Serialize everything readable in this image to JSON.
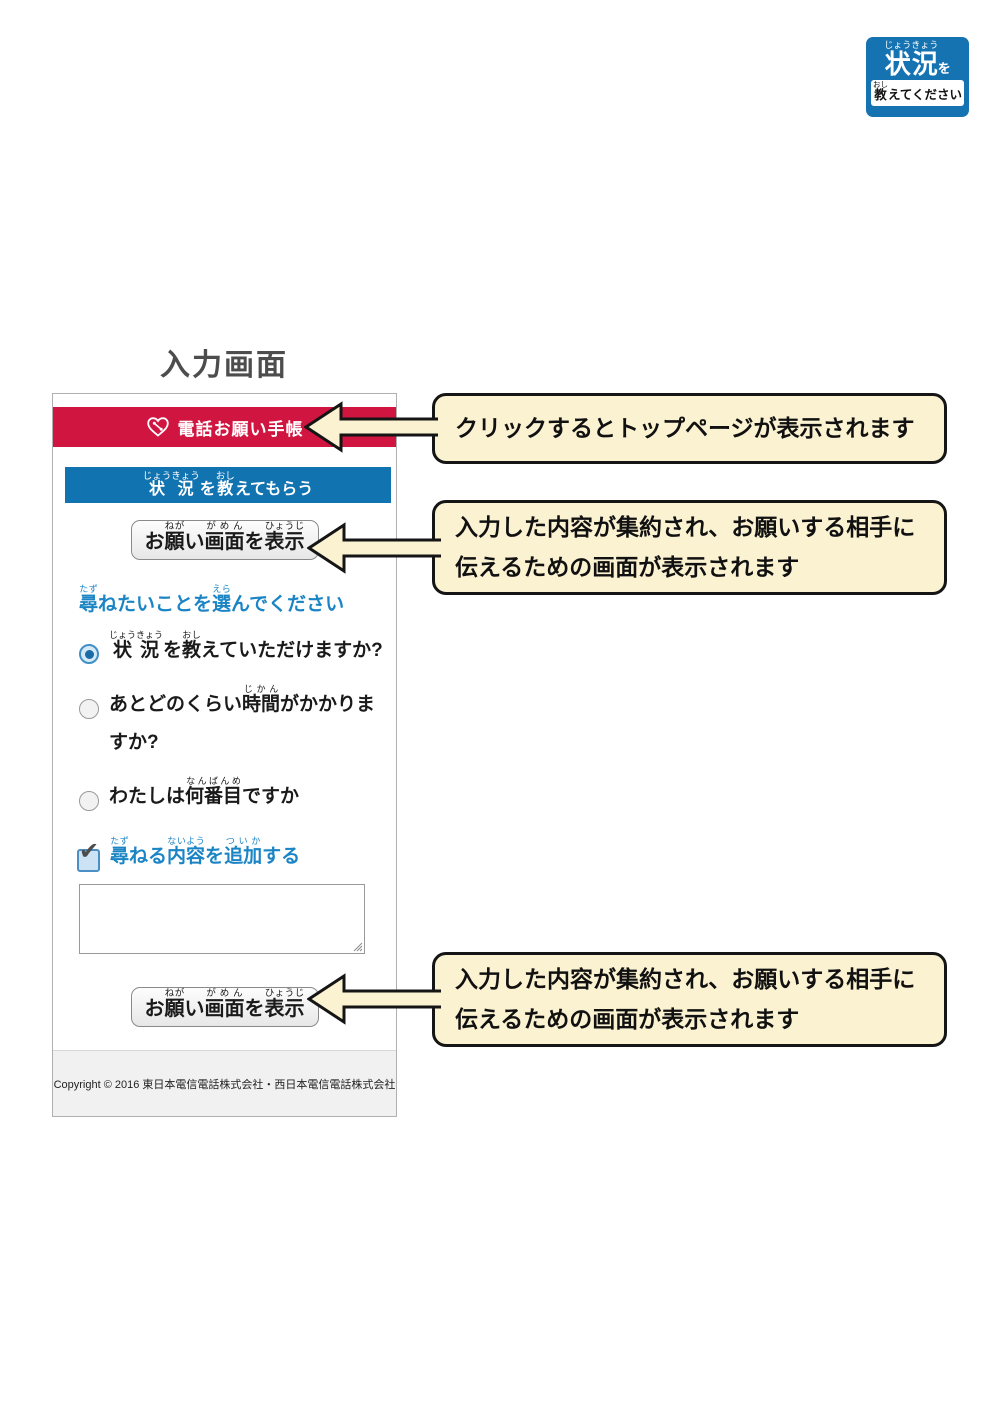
{
  "page": {
    "title": "入力画面"
  },
  "colors": {
    "brand_red": "#d01540",
    "brand_blue": "#1273b1",
    "link_blue": "#1a84c4",
    "badge_blue": "#1673b1",
    "callout_bg": "#fbf2d2",
    "callout_border": "#151515"
  },
  "corner_badge": {
    "line1": [
      [
        "状況",
        "じょうきょう"
      ]
    ],
    "particle": "を",
    "line2": [
      [
        "教",
        "おし"
      ],
      [
        "えてください",
        ""
      ]
    ]
  },
  "phone": {
    "header": {
      "title": "電話お願い手帳"
    },
    "section_bar": {
      "ruby": [
        [
          "状況",
          "じょうきょう"
        ],
        [
          "を",
          ""
        ],
        [
          "教",
          "おし"
        ],
        [
          "えてもらう",
          ""
        ]
      ]
    },
    "show_button_top": {
      "ruby": [
        [
          "お",
          ""
        ],
        [
          "願",
          "ねが"
        ],
        [
          "い",
          ""
        ],
        [
          "画面",
          "がめん"
        ],
        [
          "を",
          ""
        ],
        [
          "表示",
          "ひょうじ"
        ]
      ]
    },
    "show_button_bottom": {
      "ruby": [
        [
          "お",
          ""
        ],
        [
          "願",
          "ねが"
        ],
        [
          "い",
          ""
        ],
        [
          "画面",
          "がめん"
        ],
        [
          "を",
          ""
        ],
        [
          "表示",
          "ひょうじ"
        ]
      ]
    },
    "question_heading": {
      "ruby": [
        [
          "尋",
          "たず"
        ],
        [
          "ねたいことを",
          ""
        ],
        [
          "選",
          "えら"
        ],
        [
          "んでください",
          ""
        ]
      ]
    },
    "radio_options": [
      {
        "selected": true,
        "ruby": [
          [
            "状況",
            "じょうきょう"
          ],
          [
            "を",
            ""
          ],
          [
            "教",
            "おし"
          ],
          [
            "えていただけますか?",
            ""
          ]
        ]
      },
      {
        "selected": false,
        "ruby": [
          [
            "あとどのくらい",
            ""
          ],
          [
            "時間",
            "じかん"
          ],
          [
            "がかかりますか?",
            ""
          ]
        ]
      },
      {
        "selected": false,
        "ruby": [
          [
            "わたしは",
            ""
          ],
          [
            "何番目",
            "なんばんめ"
          ],
          [
            "ですか",
            ""
          ]
        ]
      }
    ],
    "add_checkbox": {
      "checked": true,
      "check_glyph": "✔",
      "ruby": [
        [
          "尋",
          "たず"
        ],
        [
          "ねる",
          ""
        ],
        [
          "内容",
          "ないよう"
        ],
        [
          "を",
          ""
        ],
        [
          "追加",
          "ついか"
        ],
        [
          "する",
          ""
        ]
      ]
    },
    "textarea": {
      "value": "",
      "placeholder": ""
    },
    "footer_text": "Copyright © 2016 東日本電信電話株式会社・西日本電信電話株式会社"
  },
  "callouts": [
    {
      "text": "クリックするとトップページが表示されます"
    },
    {
      "text": "入力した内容が集約され、お願いする相手に伝えるための画面が表示されます"
    },
    {
      "text": "入力した内容が集約され、お願いする相手に伝えるための画面が表示されます"
    }
  ]
}
